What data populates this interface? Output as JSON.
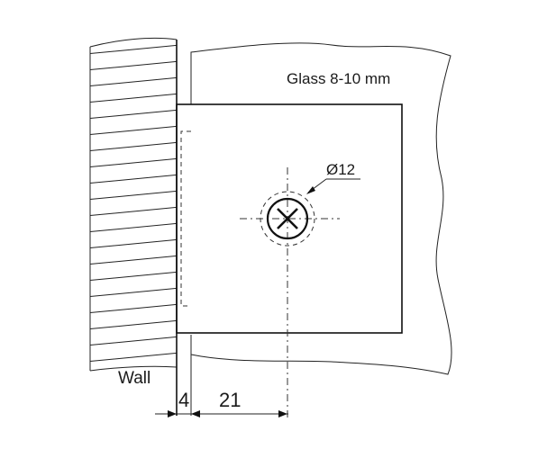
{
  "labels": {
    "glass": "Glass 8-10 mm",
    "diameter": "Ø12",
    "wall": "Wall",
    "dim_gap": "4",
    "dim_offset": "21"
  }
}
